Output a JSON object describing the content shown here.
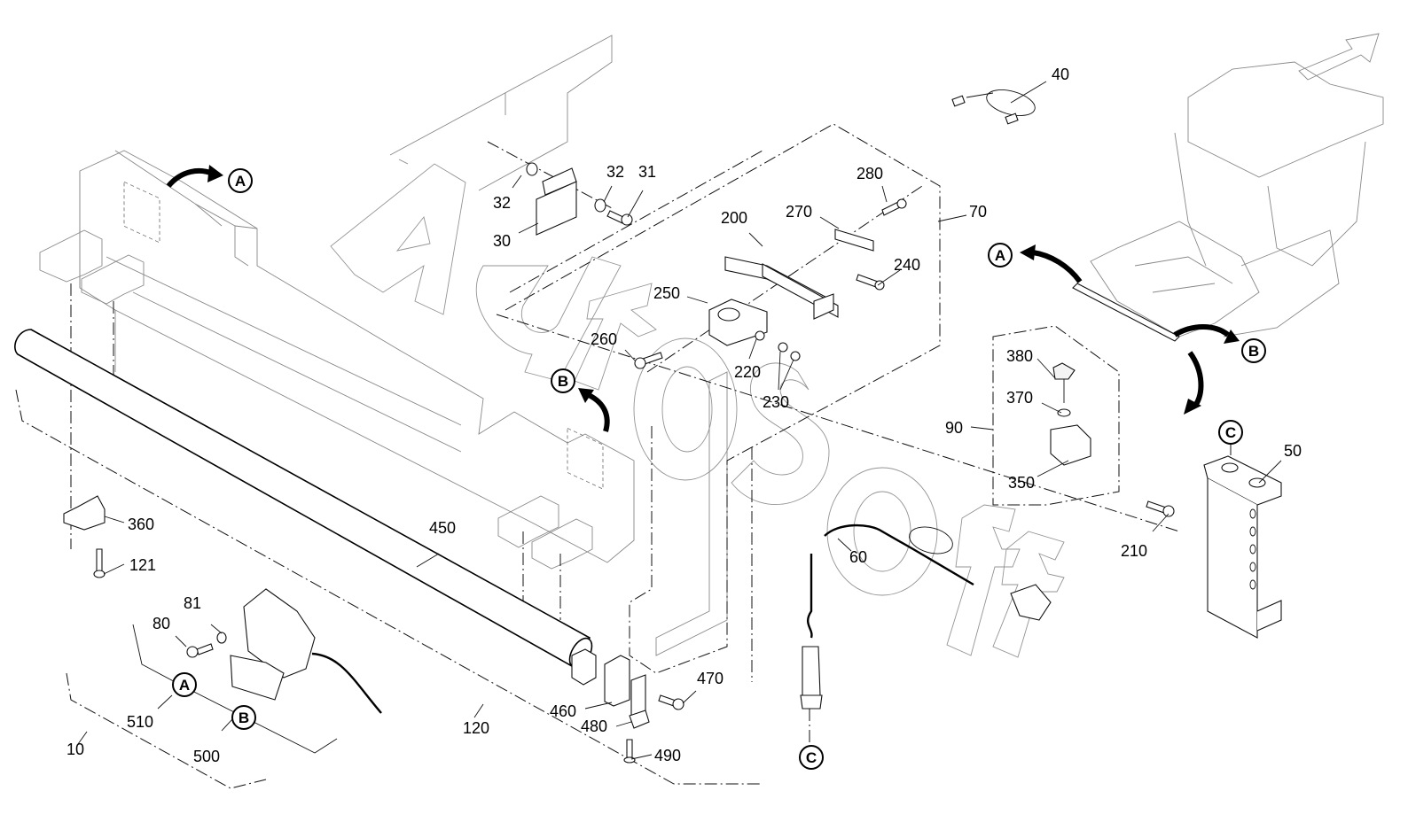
{
  "diagram": {
    "type": "exploded-parts-diagram",
    "watermark": "AutoSoft",
    "part_labels": [
      {
        "id": "p10",
        "text": "10"
      },
      {
        "id": "p30",
        "text": "30"
      },
      {
        "id": "p31",
        "text": "31"
      },
      {
        "id": "p32a",
        "text": "32"
      },
      {
        "id": "p32b",
        "text": "32"
      },
      {
        "id": "p40",
        "text": "40"
      },
      {
        "id": "p50",
        "text": "50"
      },
      {
        "id": "p60",
        "text": "60"
      },
      {
        "id": "p70",
        "text": "70"
      },
      {
        "id": "p80",
        "text": "80"
      },
      {
        "id": "p81",
        "text": "81"
      },
      {
        "id": "p90",
        "text": "90"
      },
      {
        "id": "p120",
        "text": "120"
      },
      {
        "id": "p121",
        "text": "121"
      },
      {
        "id": "p200",
        "text": "200"
      },
      {
        "id": "p210",
        "text": "210"
      },
      {
        "id": "p220",
        "text": "220"
      },
      {
        "id": "p230",
        "text": "230"
      },
      {
        "id": "p240",
        "text": "240"
      },
      {
        "id": "p250",
        "text": "250"
      },
      {
        "id": "p260",
        "text": "260"
      },
      {
        "id": "p270",
        "text": "270"
      },
      {
        "id": "p280",
        "text": "280"
      },
      {
        "id": "p350",
        "text": "350"
      },
      {
        "id": "p360",
        "text": "360"
      },
      {
        "id": "p370",
        "text": "370"
      },
      {
        "id": "p380",
        "text": "380"
      },
      {
        "id": "p450",
        "text": "450"
      },
      {
        "id": "p460",
        "text": "460"
      },
      {
        "id": "p470",
        "text": "470"
      },
      {
        "id": "p480",
        "text": "480"
      },
      {
        "id": "p490",
        "text": "490"
      },
      {
        "id": "p500",
        "text": "500"
      },
      {
        "id": "p510",
        "text": "510"
      }
    ],
    "reference_markers": {
      "A": "A",
      "B": "B",
      "C": "C"
    }
  }
}
